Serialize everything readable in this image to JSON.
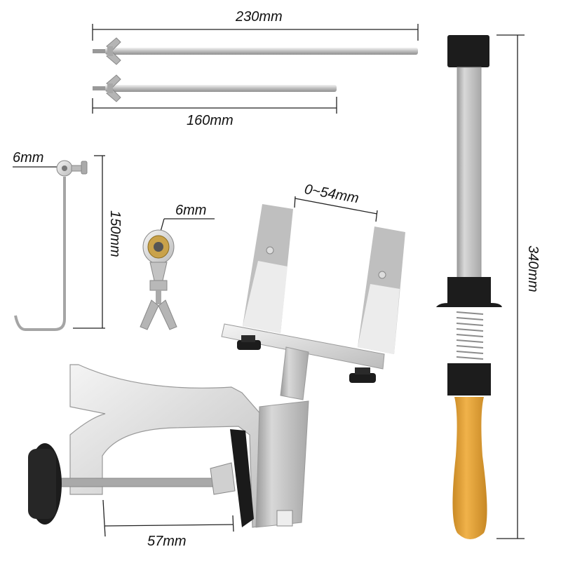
{
  "diagram": {
    "type": "product-dimension-diagram",
    "colors": {
      "background": "#ffffff",
      "dimension_line": "#222222",
      "aluminum": "#c9c9c9",
      "aluminum_light": "#e6e6e6",
      "aluminum_dark": "#9a9a9a",
      "black_plastic": "#1c1c1c",
      "wood_handle": "#e3a43c",
      "brass": "#b8962e"
    },
    "parts": [
      {
        "id": "long-rod",
        "name": "Long guide rod with wing nut",
        "dimension": "230mm"
      },
      {
        "id": "short-rod",
        "name": "Short guide rod with wing nut",
        "dimension": "160mm"
      },
      {
        "id": "hook",
        "name": "Hook rod with ball joint",
        "dimension_length": "150mm",
        "dimension_hole": "6mm"
      },
      {
        "id": "rod-end",
        "name": "Rod end bearing with wing nut",
        "dimension_hole": "6mm"
      },
      {
        "id": "jaw-clamp",
        "name": "Knife clamping jaws",
        "dimension": "0~54mm"
      },
      {
        "id": "table-clamp",
        "name": "C table clamp base",
        "dimension": "57mm"
      },
      {
        "id": "sharpening-rod",
        "name": "Sharpening stone holder with wooden handle",
        "dimension": "340mm"
      }
    ],
    "labels": {
      "long_rod": "230mm",
      "short_rod": "160mm",
      "hook_hole": "6mm",
      "hook_length": "150mm",
      "rod_end_hole": "6mm",
      "jaw_opening": "0~54mm",
      "clamp_opening": "57mm",
      "sharpener_length": "340mm"
    }
  }
}
